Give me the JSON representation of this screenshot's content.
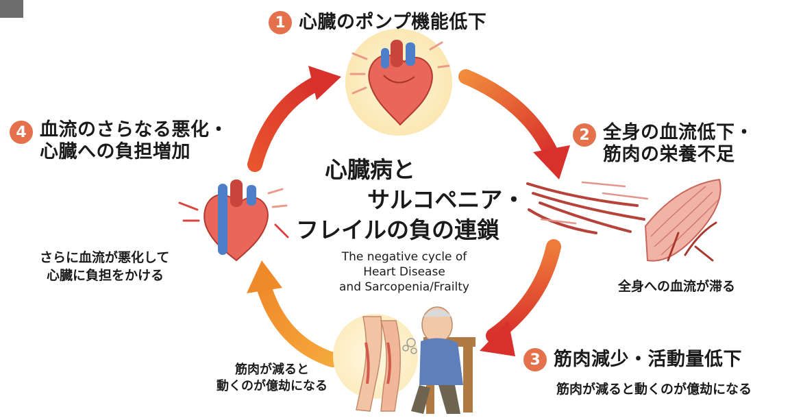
{
  "stages": [
    {
      "num": "1",
      "title_lines": [
        "心臓のポンプ機能低下"
      ]
    },
    {
      "num": "2",
      "title_lines": [
        "全身の血流低下・",
        "筋肉の栄養不足"
      ],
      "caption": "全身への血流が滞る"
    },
    {
      "num": "3",
      "title_lines": [
        "筋肉減少・活動量低下"
      ],
      "caption": "筋肉が減ると動くのが億劫になる"
    },
    {
      "num": "4",
      "title_lines": [
        "血流のさらなる悪化・",
        "心臓への負担増加"
      ],
      "caption_lines": [
        "さらに血流が悪化して",
        "心臓に負担をかける"
      ]
    }
  ],
  "bottom_caption_lines": [
    "筋肉が減ると",
    "動くのが億劫になる"
  ],
  "center": {
    "title_lines": [
      "心臓病と",
      "サルコペニア・",
      "フレイルの負の連鎖"
    ],
    "subtitle_lines": [
      "The negative cycle of",
      "Heart Disease",
      "and Sarcopenia/Frailty"
    ]
  },
  "colors": {
    "number_badge": "#e4704c",
    "arrow_red": "#d8302b",
    "arrow_orange": "#ef8a2a",
    "heart_bg": "#fdf0c8"
  }
}
